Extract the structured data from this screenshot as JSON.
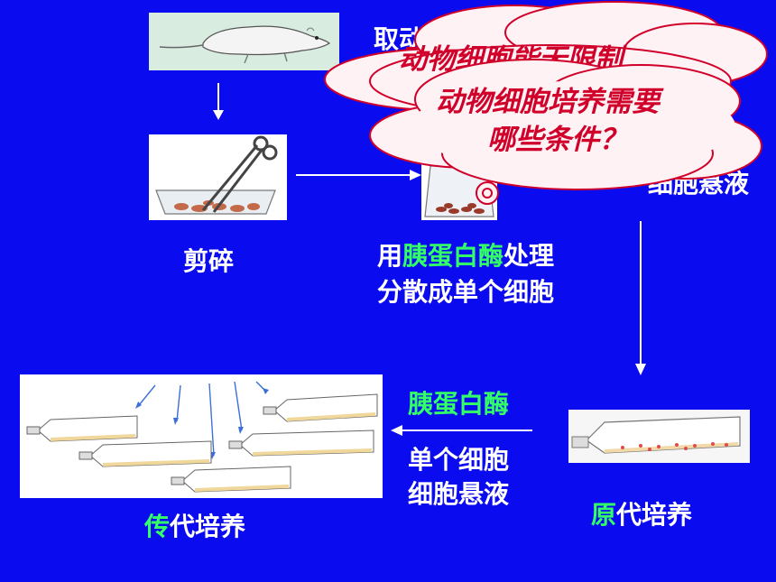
{
  "steps": {
    "mince": "剪碎",
    "trypsin_line1_pre": "用",
    "trypsin_line1_hl": "胰蛋白酶",
    "trypsin_line1_post": "处理",
    "trypsin_line2": "分散成单个细胞",
    "primary_hl": "原",
    "primary_rest": "代培养",
    "subculture_hl": "传",
    "subculture_rest": "代培养",
    "arrow_enzyme": "胰蛋白酶",
    "arrow_line1": "单个细胞",
    "arrow_line2": "细胞悬液",
    "partial_top": "取动",
    "partial_right": "细胞悬液"
  },
  "bubbles": {
    "back_text": "动物细胞能无限制",
    "front_line1": "动物细胞培养需要",
    "front_line2": "哪些条件？"
  },
  "colors": {
    "background": "#0b0bf0",
    "highlight": "#33ff66",
    "bubble_text": "#e0002a"
  }
}
